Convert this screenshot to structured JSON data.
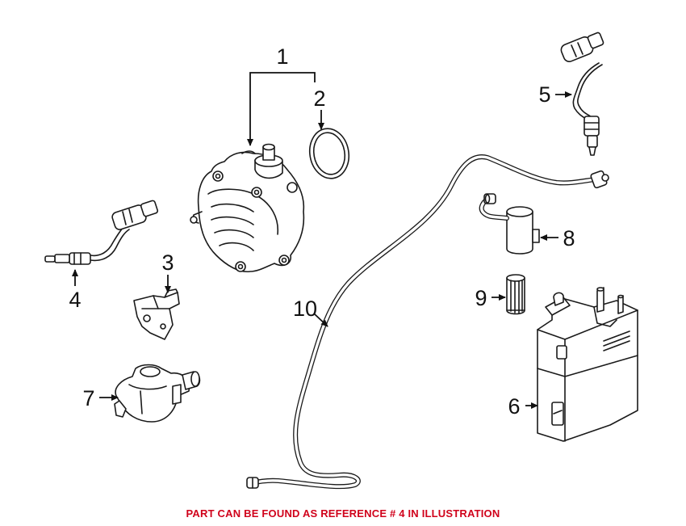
{
  "callouts": {
    "c1": "1",
    "c2": "2",
    "c3": "3",
    "c4": "4",
    "c5": "5",
    "c6": "6",
    "c7": "7",
    "c8": "8",
    "c9": "9",
    "c10": "10"
  },
  "caption": "PART CAN BE FOUND AS REFERENCE # 4 IN ILLUSTRATION",
  "colors": {
    "caption": "#d0021b",
    "line": "#1a1a1a",
    "background": "#ffffff"
  }
}
